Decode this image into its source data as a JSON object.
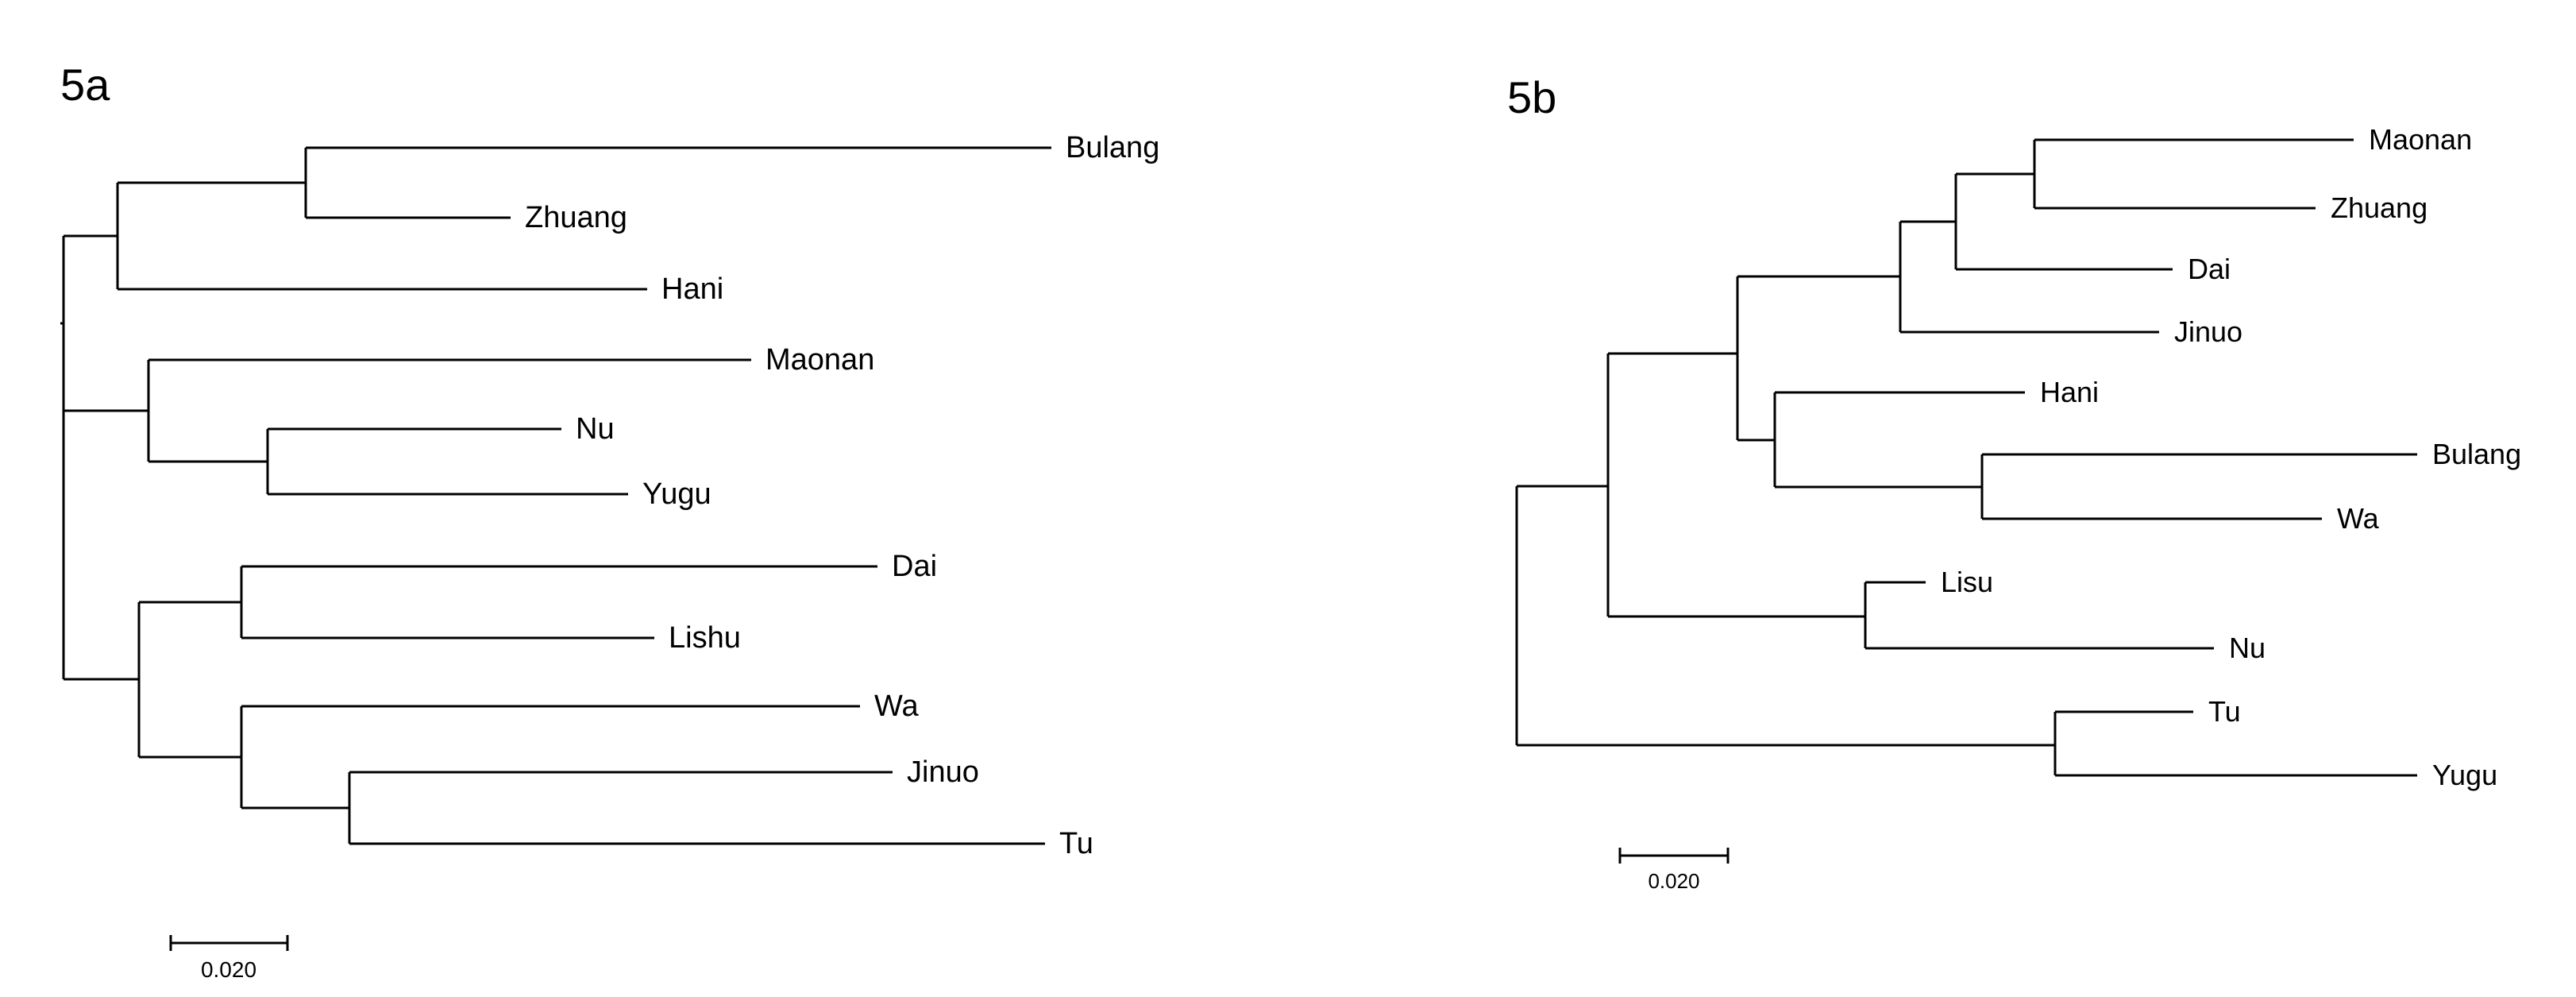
{
  "figure": {
    "background": "#ffffff",
    "line_color": "#000000",
    "panels": [
      {
        "id": "5a",
        "label": "5a",
        "scale_label": "0.020",
        "leaves": [
          "Bulang",
          "Zhuang",
          "Hani",
          "Maonan",
          "Nu",
          "Yugu",
          "Dai",
          "Lishu",
          "Wa",
          "Jinuo",
          "Tu"
        ]
      },
      {
        "id": "5b",
        "label": "5b",
        "scale_label": "0.020",
        "leaves": [
          "Maonan",
          "Zhuang",
          "Dai",
          "Jinuo",
          "Hani",
          "Bulang",
          "Wa",
          "Lisu",
          "Nu",
          "Tu",
          "Yugu"
        ]
      }
    ]
  }
}
